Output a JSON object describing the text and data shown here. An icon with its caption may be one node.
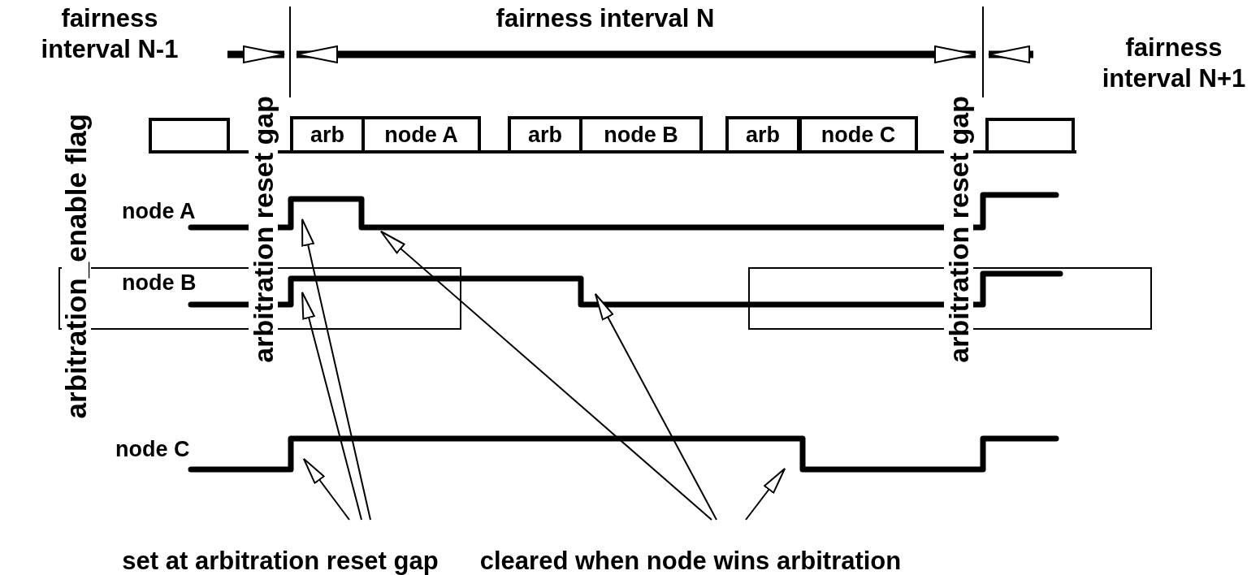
{
  "diagram": {
    "nodes": [
      {
        "text": [],
        "shape": "box"
      },
      {
        "text": [
          "arb"
        ]
      },
      {
        "text": [
          "node A"
        ]
      },
      {
        "text": [
          "arb"
        ]
      },
      {
        "text": [
          "node B"
        ]
      },
      {
        "text": [
          "arb"
        ]
      },
      {
        "text": [
          "node C"
        ]
      },
      {
        "text": [],
        "shape": "box"
      },
      {
        "text": [],
        "shape": "line",
        "beside": [
          "node A"
        ]
      },
      {
        "text": [],
        "shape": "box"
      },
      {
        "text": [],
        "shape": "box"
      },
      {
        "text": [],
        "shape": "line",
        "beside": [
          "node B"
        ]
      },
      {
        "text": [],
        "shape": "line",
        "beside": [
          "node C"
        ]
      },
      {
        "text": [
          "set at arbitration reset gap"
        ]
      },
      {
        "text": [
          "cleared when node wins arbitration"
        ]
      }
    ],
    "edges": [
      {
        "from": 13,
        "to": 12,
        "arrow": "to"
      },
      {
        "from": 13,
        "to": 11,
        "arrow": "to"
      },
      {
        "from": 13,
        "to": 8,
        "arrow": "to"
      },
      {
        "from": 14,
        "to": 8,
        "arrow": "to"
      },
      {
        "from": 14,
        "to": 11,
        "arrow": "to"
      },
      {
        "from": 14,
        "to": 12,
        "arrow": "to"
      }
    ],
    "labels": [
      "fairness interval N-1",
      "fairness interval N",
      "fairness interval N+1",
      "arbitration_enable flag",
      "arbitration reset gap",
      "arbitration reset gap"
    ]
  }
}
